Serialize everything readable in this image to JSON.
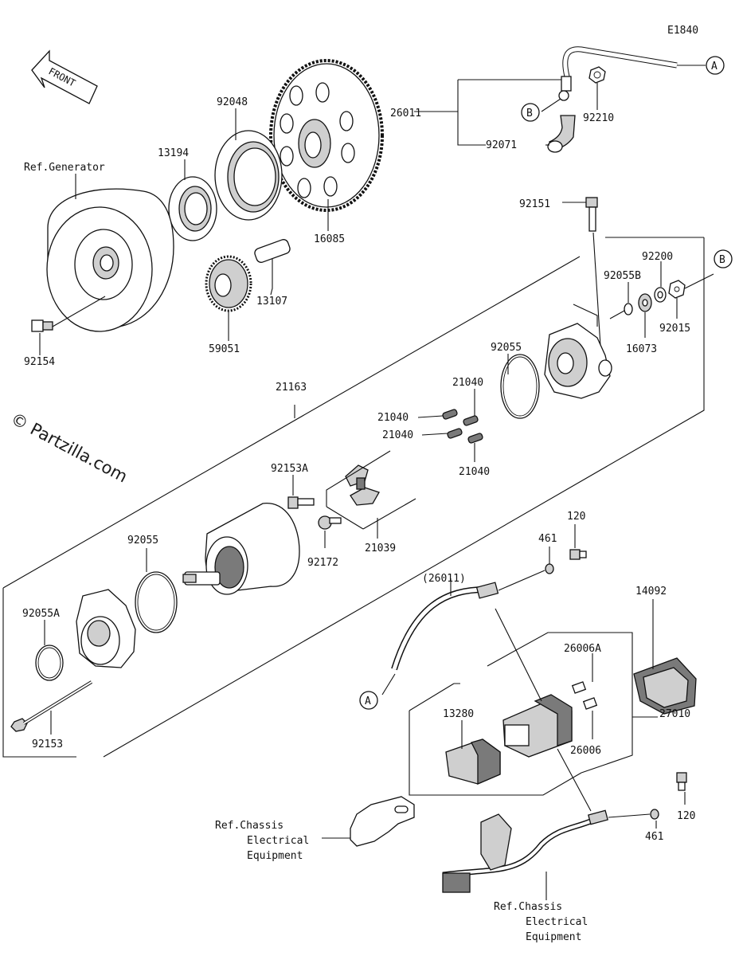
{
  "diagram": {
    "figure_code": "E1840",
    "watermark": "© Partzilla.com",
    "front_arrow_label": "FRONT",
    "callouts": {
      "a_top": "A",
      "a_bottom": "A",
      "b_top": "B",
      "b_mid": "B"
    },
    "labels": {
      "p26011": "26011",
      "p92210": "92210",
      "p92071": "92071",
      "p92048": "92048",
      "p13194": "13194",
      "ref_generator": "Ref.Generator",
      "p16085": "16085",
      "p13107": "13107",
      "p59051": "59051",
      "p92154": "92154",
      "p92151": "92151",
      "p92200": "92200",
      "p92055B": "92055B",
      "p92015": "92015",
      "p16073": "16073",
      "p92055_top": "92055",
      "p21163": "21163",
      "p21040_a": "21040",
      "p21040_b": "21040",
      "p21040_c": "21040",
      "p21040_d": "21040",
      "p92153A": "92153A",
      "p92172": "92172",
      "p21039": "21039",
      "p92055_bottom": "92055",
      "p92055A": "92055A",
      "p92153": "92153",
      "p120_top": "120",
      "p461_top": "461",
      "p26011_paren": "(26011)",
      "p14092": "14092",
      "p26006A": "26006A",
      "p13280": "13280",
      "p27010": "27010",
      "p26006": "26006",
      "p461_bottom": "461",
      "p120_bottom": "120",
      "ref_chassis_1_line1": "Ref.Chassis",
      "ref_chassis_1_line2": "Electrical",
      "ref_chassis_1_line3": "Equipment",
      "ref_chassis_2_line1": "Ref.Chassis",
      "ref_chassis_2_line2": "Electrical",
      "ref_chassis_2_line3": "Equipment"
    }
  }
}
